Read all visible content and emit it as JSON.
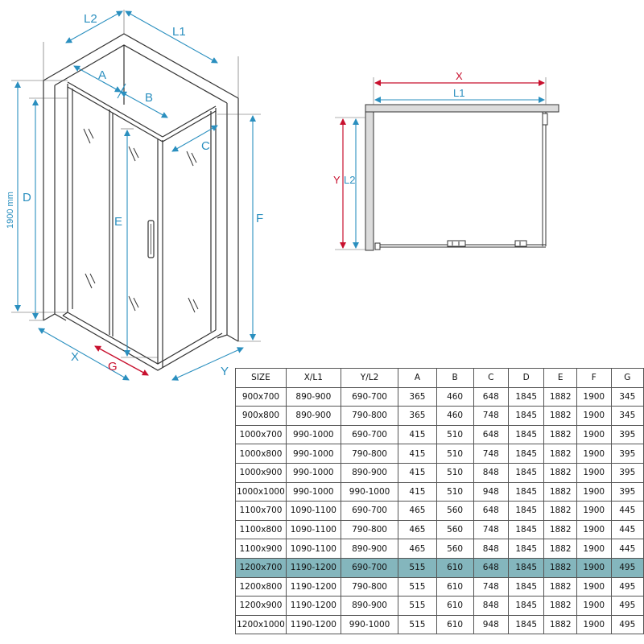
{
  "iso_view": {
    "labels": {
      "L2": "L2",
      "L1": "L1",
      "A": "A",
      "B": "B",
      "C": "C",
      "D": "D",
      "E": "E",
      "F": "F",
      "X": "X",
      "Y": "Y",
      "G": "G",
      "height": "1900 mm"
    }
  },
  "plan_view": {
    "labels": {
      "X": "X",
      "L1": "L1",
      "Y": "Y",
      "L2": "L2"
    }
  },
  "colors": {
    "blue": "#2a8fbf",
    "red": "#c8102e",
    "highlight": "#84b6bd",
    "line": "#333333"
  },
  "table": {
    "headers": [
      "SIZE",
      "X/L1",
      "Y/L2",
      "A",
      "B",
      "C",
      "D",
      "E",
      "F",
      "G"
    ],
    "highlight_row": 9,
    "rows": [
      [
        "900x700",
        "890-900",
        "690-700",
        "365",
        "460",
        "648",
        "1845",
        "1882",
        "1900",
        "345"
      ],
      [
        "900x800",
        "890-900",
        "790-800",
        "365",
        "460",
        "748",
        "1845",
        "1882",
        "1900",
        "345"
      ],
      [
        "1000x700",
        "990-1000",
        "690-700",
        "415",
        "510",
        "648",
        "1845",
        "1882",
        "1900",
        "395"
      ],
      [
        "1000x800",
        "990-1000",
        "790-800",
        "415",
        "510",
        "748",
        "1845",
        "1882",
        "1900",
        "395"
      ],
      [
        "1000x900",
        "990-1000",
        "890-900",
        "415",
        "510",
        "848",
        "1845",
        "1882",
        "1900",
        "395"
      ],
      [
        "1000x1000",
        "990-1000",
        "990-1000",
        "415",
        "510",
        "948",
        "1845",
        "1882",
        "1900",
        "395"
      ],
      [
        "1100x700",
        "1090-1100",
        "690-700",
        "465",
        "560",
        "648",
        "1845",
        "1882",
        "1900",
        "445"
      ],
      [
        "1100x800",
        "1090-1100",
        "790-800",
        "465",
        "560",
        "748",
        "1845",
        "1882",
        "1900",
        "445"
      ],
      [
        "1100x900",
        "1090-1100",
        "890-900",
        "465",
        "560",
        "848",
        "1845",
        "1882",
        "1900",
        "445"
      ],
      [
        "1200x700",
        "1190-1200",
        "690-700",
        "515",
        "610",
        "648",
        "1845",
        "1882",
        "1900",
        "495"
      ],
      [
        "1200x800",
        "1190-1200",
        "790-800",
        "515",
        "610",
        "748",
        "1845",
        "1882",
        "1900",
        "495"
      ],
      [
        "1200x900",
        "1190-1200",
        "890-900",
        "515",
        "610",
        "848",
        "1845",
        "1882",
        "1900",
        "495"
      ],
      [
        "1200x1000",
        "1190-1200",
        "990-1000",
        "515",
        "610",
        "948",
        "1845",
        "1882",
        "1900",
        "495"
      ]
    ]
  }
}
